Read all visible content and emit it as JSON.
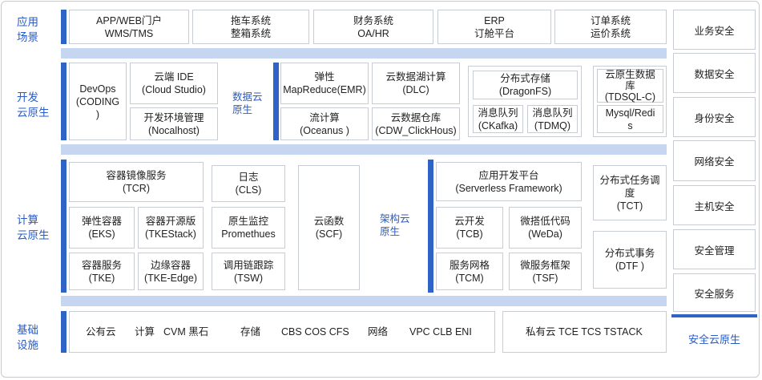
{
  "rows": {
    "app": "应用\n场景",
    "dev": "开发\n云原生",
    "compute": "计算\n云原生",
    "infra": "基础\n设施"
  },
  "app_scenes": [
    "APP/WEB门户\nWMS/TMS",
    "拖车系统\n整箱系统",
    "财务系统\nOA/HR",
    "ERP\n订舱平台",
    "订单系统\n运价系统"
  ],
  "dev": {
    "devops": "DevOps\n(CODING\n)",
    "cloud_ide": "云端 IDE\n(Cloud Studio)",
    "nocalhost": "开发环境管理\n(Nocalhost)",
    "data_native": "数据云\n原生",
    "emr": "弹性\nMapReduce(EMR)",
    "oceanus": "流计算\n(Oceanus )",
    "dlc": "云数据湖计算\n(DLC)",
    "clickhouse": "云数据仓库\n(CDW_ClickHous)",
    "dragonfs": "分布式存储\n(DragonFS)",
    "ckafka": "消息队列\n(CKafka)",
    "tdmq": "消息队列\n(TDMQ)",
    "tdsql": "云原生数据\n库\n(TDSQL-C)",
    "mysql": "Mysql/Redi\ns"
  },
  "compute": {
    "tcr": "容器镜像服务\n(TCR)",
    "eks": "弹性容器\n(EKS)",
    "tkestack": "容器开源版\n(TKEStack)",
    "tke": "容器服务\n(TKE)",
    "tke_edge": "边缘容器\n(TKE-Edge)",
    "cls": "日志\n(CLS)",
    "promethues": "原生监控\nPromethues",
    "tsw": "调用链跟踪\n(TSW)",
    "scf": "云函数\n(SCF)",
    "arch_native": "架构云\n原生",
    "serverless": "应用开发平台\n(Serverless Framework)",
    "tcb": "云开发\n(TCB)",
    "weda": "微搭低代码\n(WeDa)",
    "tcm": "服务网格\n(TCM)",
    "tsf": "微服务框架\n(TSF)",
    "tct": "分布式任务调度\n(TCT)",
    "dtf": "分布式事务\n(DTF )"
  },
  "infra": {
    "public_cloud": "公有云",
    "compute": "计算",
    "compute_items": "CVM 黑石",
    "storage": "存储",
    "storage_items": "CBS COS CFS",
    "network": "网络",
    "network_items": "VPC CLB ENI",
    "private_cloud": "私有云 TCE  TCS  TSTACK"
  },
  "security": {
    "items": [
      "业务安全",
      "数据安全",
      "身份安全",
      "网络安全",
      "主机安全",
      "安全管理",
      "安全服务"
    ],
    "footer": "安全云原生"
  },
  "colors": {
    "accent": "#2f63c6",
    "band": "#c7d6f0",
    "label": "#2a5bc4"
  }
}
